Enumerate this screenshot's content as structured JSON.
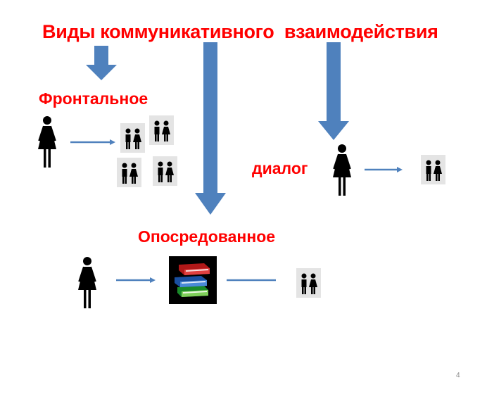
{
  "slide": {
    "title": "Виды коммуникативного  взаимодействия",
    "page_number": "4",
    "accent_color": "#ff0000",
    "arrow_color": "#4f81bd"
  },
  "types": {
    "frontal": {
      "label": "Фронтальное"
    },
    "dialog": {
      "label": "диалог"
    },
    "mediated": {
      "label": "Опосредованное"
    }
  },
  "icons": {
    "person": "woman-figure-icon",
    "pair": "pair-of-people-icon",
    "books": "stack-of-books-icon"
  }
}
